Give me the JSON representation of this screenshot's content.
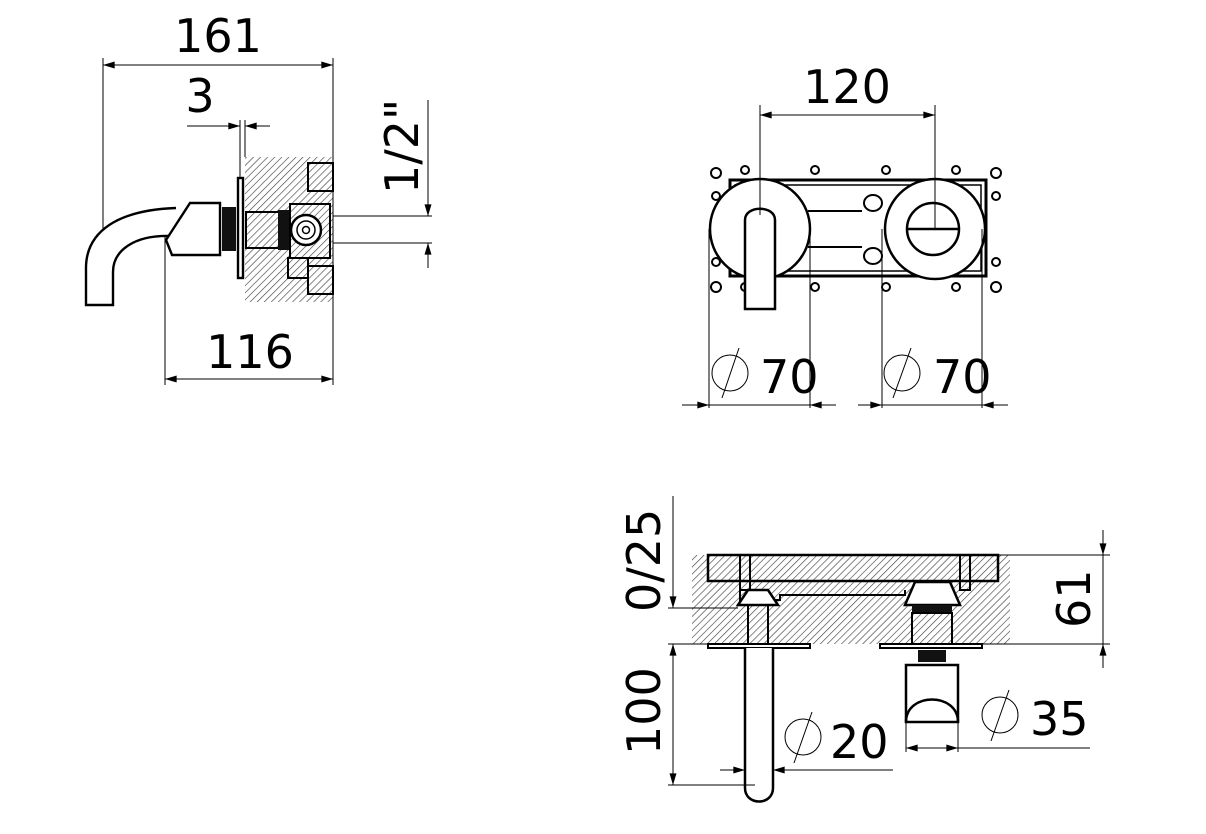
{
  "drawing": {
    "subject": "Wall-mounted basin mixer, concealed body",
    "line_color": "#000000",
    "background": "#ffffff",
    "views": {
      "side_view": {
        "dimensions": {
          "overall_projection": "161",
          "plate_thickness": "3",
          "spout_projection": "116",
          "thread": "1/2\""
        }
      },
      "front_view": {
        "dimensions": {
          "center_distance": "120",
          "left_rosette_diameter": "70",
          "right_rosette_diameter": "70"
        },
        "diameter_symbol": "⌀"
      },
      "top_view": {
        "dimensions": {
          "wall_adjustment": "0/25",
          "body_depth": "61",
          "spout_length": "100",
          "spout_diameter": "20",
          "handle_diameter": "35"
        },
        "diameter_symbol": "⌀"
      }
    }
  }
}
